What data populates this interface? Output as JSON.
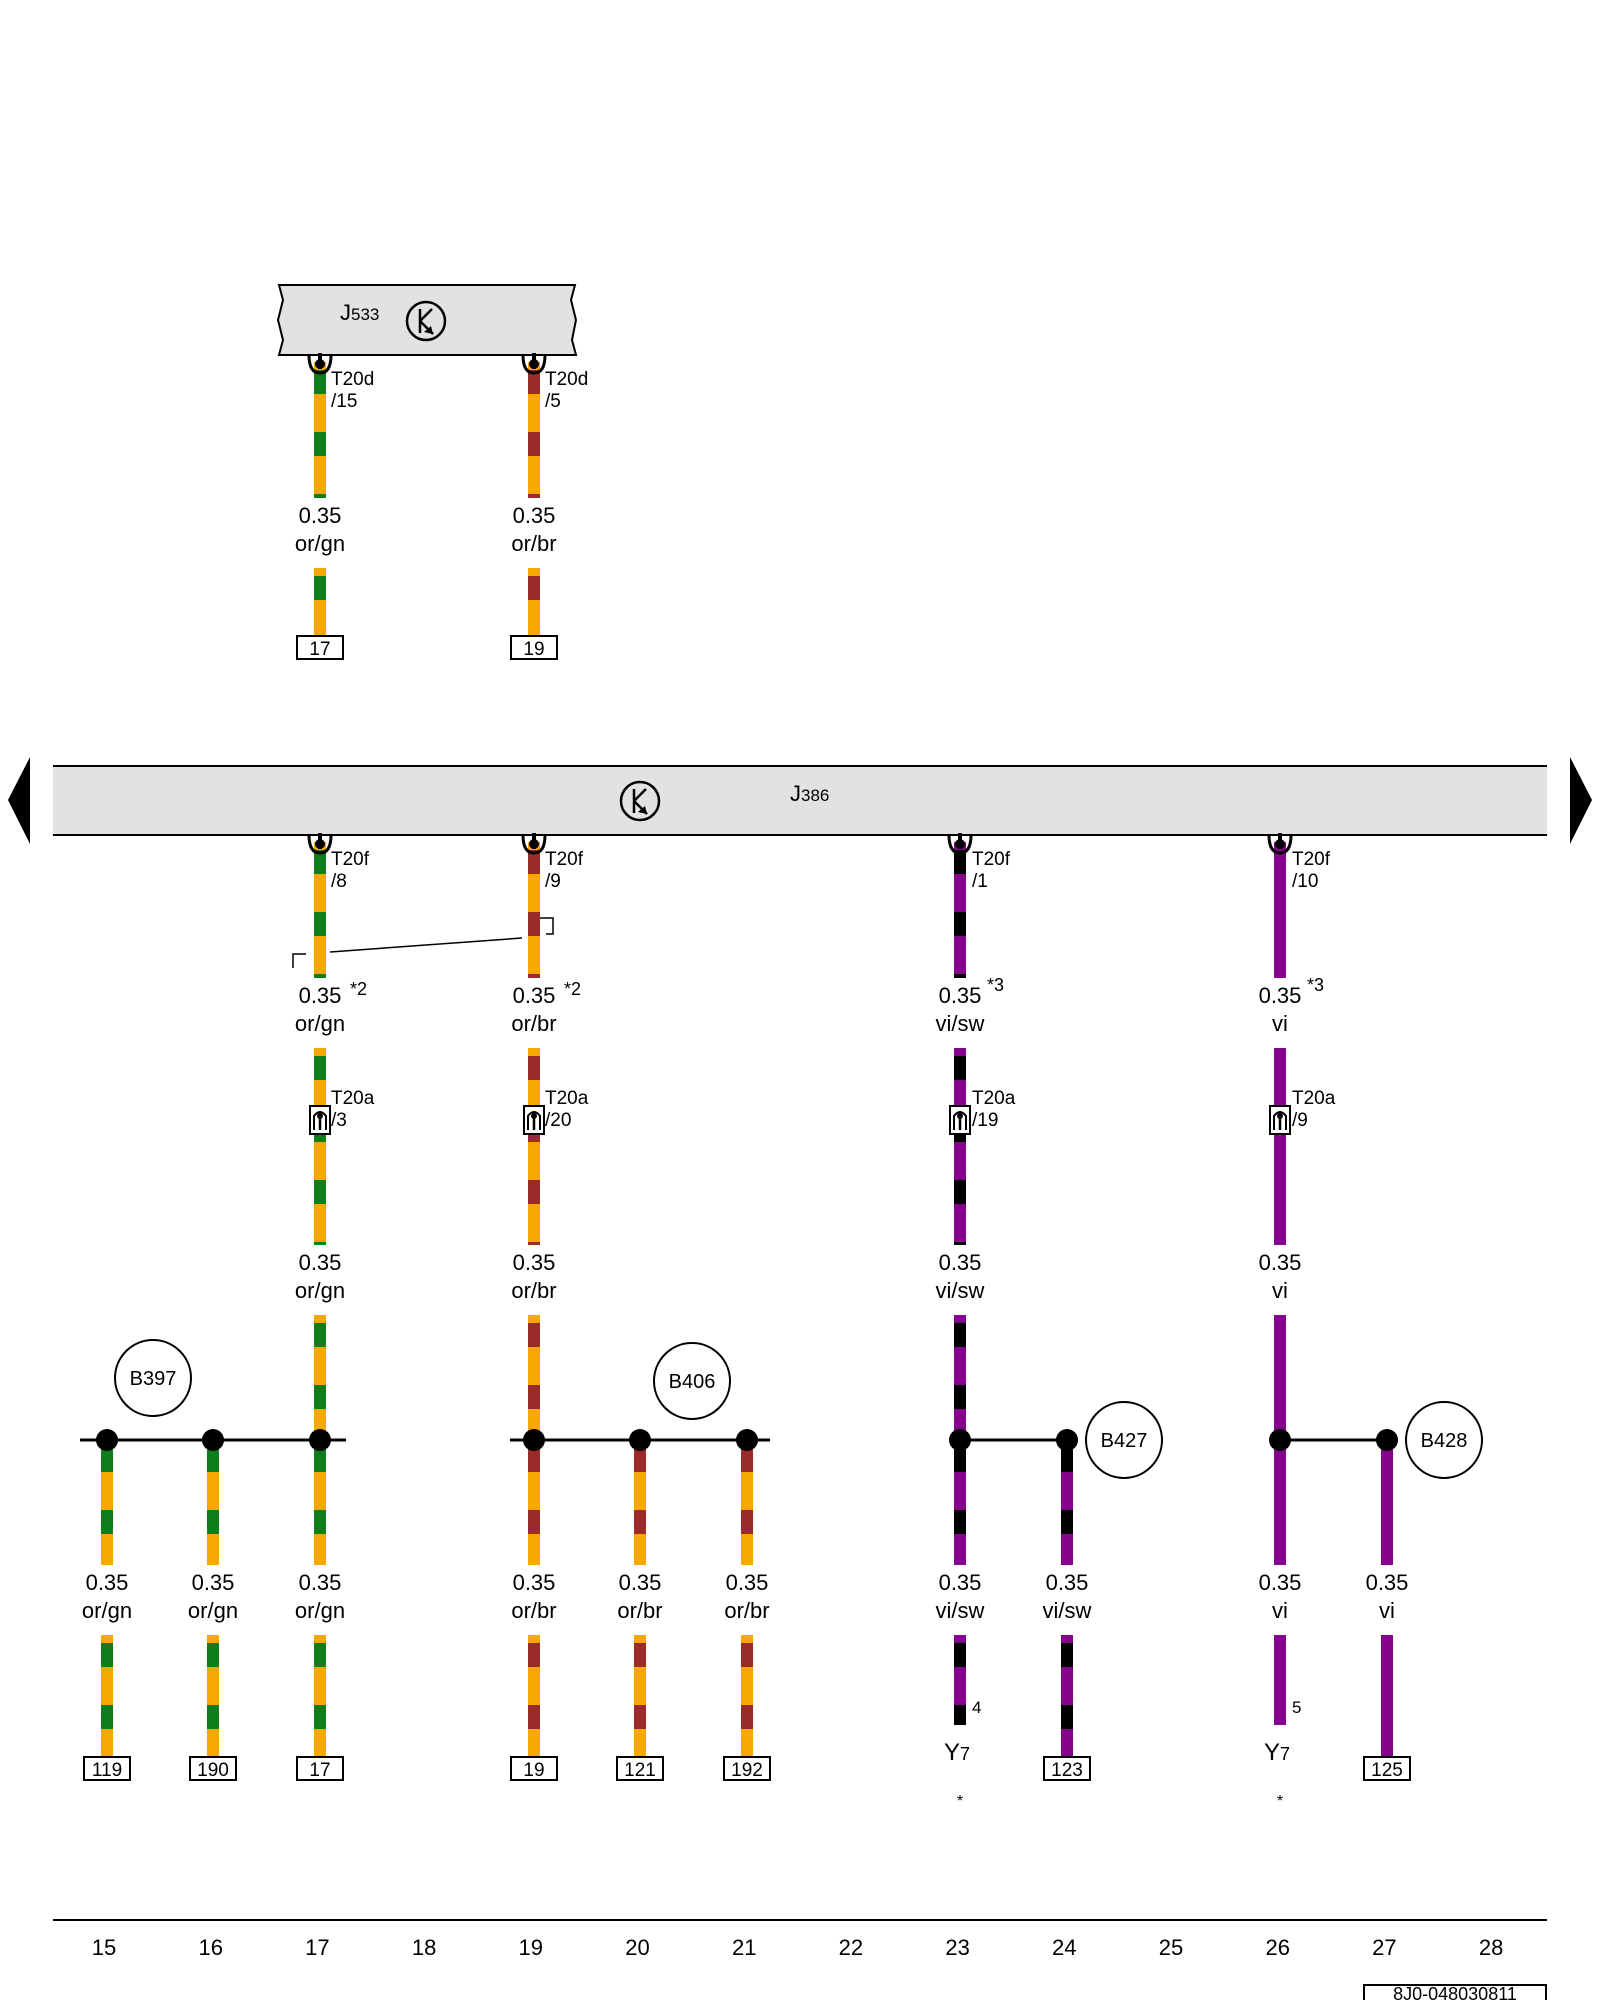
{
  "colors": {
    "or": "#f6a800",
    "gn": "#0f7d1c",
    "br": "#9b2a2a",
    "vi": "#86038c",
    "sw": "#000000",
    "box_fill": "#e2e2e2"
  },
  "modules": [
    {
      "id": "J533",
      "letter": "J",
      "number": "533",
      "icon": "transistor-icon"
    },
    {
      "id": "J386",
      "letter": "J",
      "number": "386",
      "icon": "transistor-icon"
    }
  ],
  "nav": {
    "left_icon": "arrow-left-icon",
    "right_icon": "arrow-right-icon"
  },
  "connectors": {
    "j533_15": {
      "name": "T20d",
      "pin": "/15"
    },
    "j533_5": {
      "name": "T20d",
      "pin": "/5"
    },
    "f8": {
      "name": "T20f",
      "pin": "/8"
    },
    "f9": {
      "name": "T20f",
      "pin": "/9"
    },
    "f1": {
      "name": "T20f",
      "pin": "/1"
    },
    "f10": {
      "name": "T20f",
      "pin": "/10"
    },
    "a3": {
      "name": "T20a",
      "pin": "/3"
    },
    "a20": {
      "name": "T20a",
      "pin": "/20"
    },
    "a19": {
      "name": "T20a",
      "pin": "/19"
    },
    "a9": {
      "name": "T20a",
      "pin": "/9"
    }
  },
  "wire_labels": {
    "top17": {
      "size": "0.35",
      "color": "or/gn"
    },
    "top19": {
      "size": "0.35",
      "color": "or/br"
    },
    "w17a": {
      "size": "0.35",
      "color": "or/gn",
      "note": "*2"
    },
    "w19a": {
      "size": "0.35",
      "color": "or/br",
      "note": "*2"
    },
    "w23a": {
      "size": "0.35",
      "color": "vi/sw",
      "note": "*3"
    },
    "w26a": {
      "size": "0.35",
      "color": "vi",
      "note": "*3"
    },
    "w17b": {
      "size": "0.35",
      "color": "or/gn"
    },
    "w19b": {
      "size": "0.35",
      "color": "or/br"
    },
    "w23b": {
      "size": "0.35",
      "color": "vi/sw"
    },
    "w26b": {
      "size": "0.35",
      "color": "vi"
    },
    "b15": {
      "size": "0.35",
      "color": "or/gn"
    },
    "b16": {
      "size": "0.35",
      "color": "or/gn"
    },
    "b17": {
      "size": "0.35",
      "color": "or/gn"
    },
    "b19": {
      "size": "0.35",
      "color": "or/br"
    },
    "b20": {
      "size": "0.35",
      "color": "or/br"
    },
    "b21": {
      "size": "0.35",
      "color": "or/br"
    },
    "b23": {
      "size": "0.35",
      "color": "vi/sw"
    },
    "b24": {
      "size": "0.35",
      "color": "vi/sw"
    },
    "b26": {
      "size": "0.35",
      "color": "vi"
    },
    "b27": {
      "size": "0.35",
      "color": "vi"
    }
  },
  "splices": {
    "B397": "B397",
    "B406": "B406",
    "B427": "B427",
    "B428": "B428"
  },
  "refs": {
    "t17": "17",
    "t19": "19",
    "r119": "119",
    "r190": "190",
    "r17": "17",
    "r19": "19",
    "r121": "121",
    "r192": "192",
    "r123": "123",
    "r125": "125"
  },
  "terminals": {
    "y7a": {
      "letter": "Y",
      "number": "7",
      "pin": "4",
      "note": "*"
    },
    "y7b": {
      "letter": "Y",
      "number": "7",
      "pin": "5",
      "note": "*"
    }
  },
  "columns": [
    "15",
    "16",
    "17",
    "18",
    "19",
    "20",
    "21",
    "22",
    "23",
    "24",
    "25",
    "26",
    "27",
    "28"
  ],
  "doc_id": "8J0-048030811"
}
